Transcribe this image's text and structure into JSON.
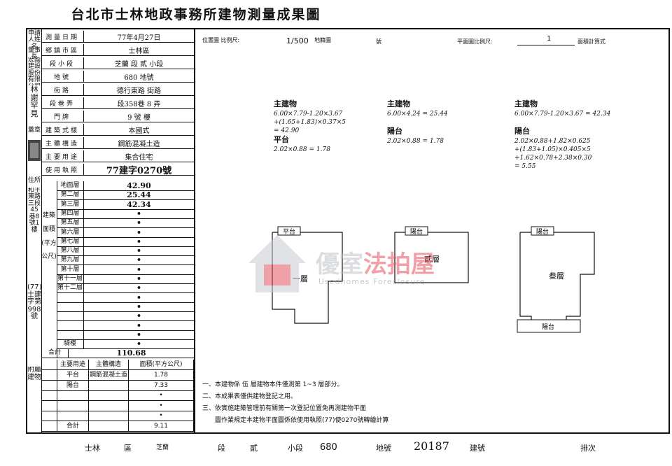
{
  "title": "台北市士林地政事務所建物測量成果圖",
  "left_col": {
    "applicant_label": "申請人姓名",
    "chairman_label": "董事長",
    "company": "宏國建設股份有限公司",
    "person": "林謝罕見",
    "seal_label": "蓋章",
    "address_label": "住所",
    "address": "和平東路三段45巷8號1樓",
    "permit_label": "使用執照",
    "permit_no": "(77)士建字第998號",
    "annex_label": "附屬建物"
  },
  "info_rows": [
    {
      "label": "測量日期",
      "value": "77年4月27日"
    },
    {
      "label": "鄉鎮市區",
      "value": "士林區"
    },
    {
      "label": "段小段",
      "value": "芝蘭 段 貳 小段"
    },
    {
      "label": "地號",
      "value": "680 地號"
    },
    {
      "label": "街路",
      "value": "德行東路 街路"
    },
    {
      "label": "段巷弄",
      "value": "段358巷 8 弄"
    },
    {
      "label": "門牌",
      "value": "9 號 樓"
    },
    {
      "label": "建築式樣",
      "value": "本國式"
    },
    {
      "label": "主體構造",
      "value": "鋼筋混凝土造"
    },
    {
      "label": "主要用途",
      "value": "集合住宅"
    },
    {
      "label": "使用執照",
      "value": "77建字0270號"
    }
  ],
  "floors_label": "建築面積(平方公尺)",
  "floors": [
    {
      "label": "地面層",
      "value": "42.90"
    },
    {
      "label": "第二層",
      "value": "25.44"
    },
    {
      "label": "第三層",
      "value": "42.34"
    },
    {
      "label": "第四層",
      "value": "•"
    },
    {
      "label": "第五層",
      "value": "•"
    },
    {
      "label": "第六層",
      "value": "•"
    },
    {
      "label": "第七層",
      "value": "•"
    },
    {
      "label": "第八層",
      "value": "•"
    },
    {
      "label": "第九層",
      "value": "•"
    },
    {
      "label": "第十層",
      "value": "•"
    },
    {
      "label": "第十一層",
      "value": "•"
    },
    {
      "label": "第十二層",
      "value": "•"
    },
    {
      "label": "",
      "value": "•"
    },
    {
      "label": "",
      "value": "•"
    },
    {
      "label": "",
      "value": "•"
    },
    {
      "label": "",
      "value": "•"
    },
    {
      "label": "",
      "value": "•"
    },
    {
      "label": "騎樓",
      "value": "•"
    },
    {
      "label": "合計",
      "value": "110.68"
    }
  ],
  "accessory_header": {
    "use": "主要用途",
    "structure": "主體構造",
    "area": "面積(平方公尺)"
  },
  "accessory": [
    {
      "use": "平台",
      "structure": "鋼筋混凝土造",
      "area": "1.78"
    },
    {
      "use": "陽台",
      "structure": "",
      "area": "7.33"
    },
    {
      "use": "",
      "structure": "",
      "area": "•"
    },
    {
      "use": "",
      "structure": "",
      "area": "•"
    },
    {
      "use": "",
      "structure": "",
      "area": "•"
    },
    {
      "use": "合計",
      "structure": "",
      "area": "9.11"
    }
  ],
  "header_right": {
    "location_label": "位置圖 比例尺:",
    "location_scale": "1/500",
    "cadastral": "地籍圖",
    "no": "號",
    "plan_scale_label": "平面圖比例尺:",
    "plan_scale": "1",
    "area_calc": "面積計算式"
  },
  "calcs": [
    {
      "head": "主建物",
      "lines": [
        "6.00×7.79-1.20×3.67",
        "+(1.65+1.83)×0.37×5",
        "= 42.90"
      ]
    },
    {
      "head": "主建物",
      "lines": [
        "6.00×4.24 = 25.44"
      ]
    },
    {
      "head": "主建物",
      "lines": [
        "6.00×7.79-1.20×3.67 = 42.34"
      ]
    }
  ],
  "calc_extra": [
    {
      "head": "平台",
      "lines": [
        "2.02×0.88 = 1.78"
      ]
    },
    {
      "head": "陽台",
      "lines": [
        "2.02×0.88 = 1.78"
      ]
    },
    {
      "head": "陽台",
      "lines": [
        "2.02×0.88+1.82×0.625",
        "+(1.83+1.05)×0.405×5",
        "+1.62×0.78+2.38×0.30",
        "= 5.55"
      ]
    }
  ],
  "plan_labels": {
    "f1": "一層",
    "f2": "貳層",
    "f3": "叁層",
    "platform": "平台",
    "balcony": "陽台"
  },
  "remarks": [
    "一、本建物係 伍 層建物本件僅測第 1~3 層部分。",
    "二、本成果表僅供建物登記之用。",
    "三、依實施建築管理前有關第一次登記位置免再測建物平面",
    "　　圖作業規定本建物平面圖係依使用執照(77)使0270號轉繪計算"
  ],
  "footer": {
    "district": "士林",
    "district_suffix": "區",
    "section": "芝蘭",
    "section_suffix": "段",
    "subsection": "貳",
    "subsection_suffix": "小段",
    "parcel": "680",
    "parcel_suffix": "地號",
    "building_no": "20187",
    "building_suffix": "建號",
    "seq": "排次"
  },
  "watermark": {
    "title_a": "優室",
    "title_b": "法拍屋",
    "sub": "Usedhomes Foreclosure"
  }
}
